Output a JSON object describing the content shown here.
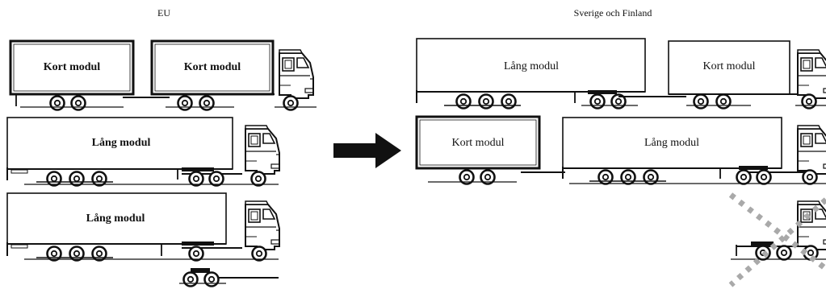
{
  "headings": {
    "left": "EU",
    "right": "Sverige och Finland"
  },
  "labels": {
    "kort_modul": "Kort modul",
    "lang_modul": "Lång modul"
  },
  "colors": {
    "ink": "#111111",
    "arrow": "#111111",
    "cross": "#a9a9a9",
    "background": "#ffffff"
  },
  "icons": {
    "transition_arrow": "right-arrow-icon",
    "crossed_out": "cross-out-icon"
  }
}
